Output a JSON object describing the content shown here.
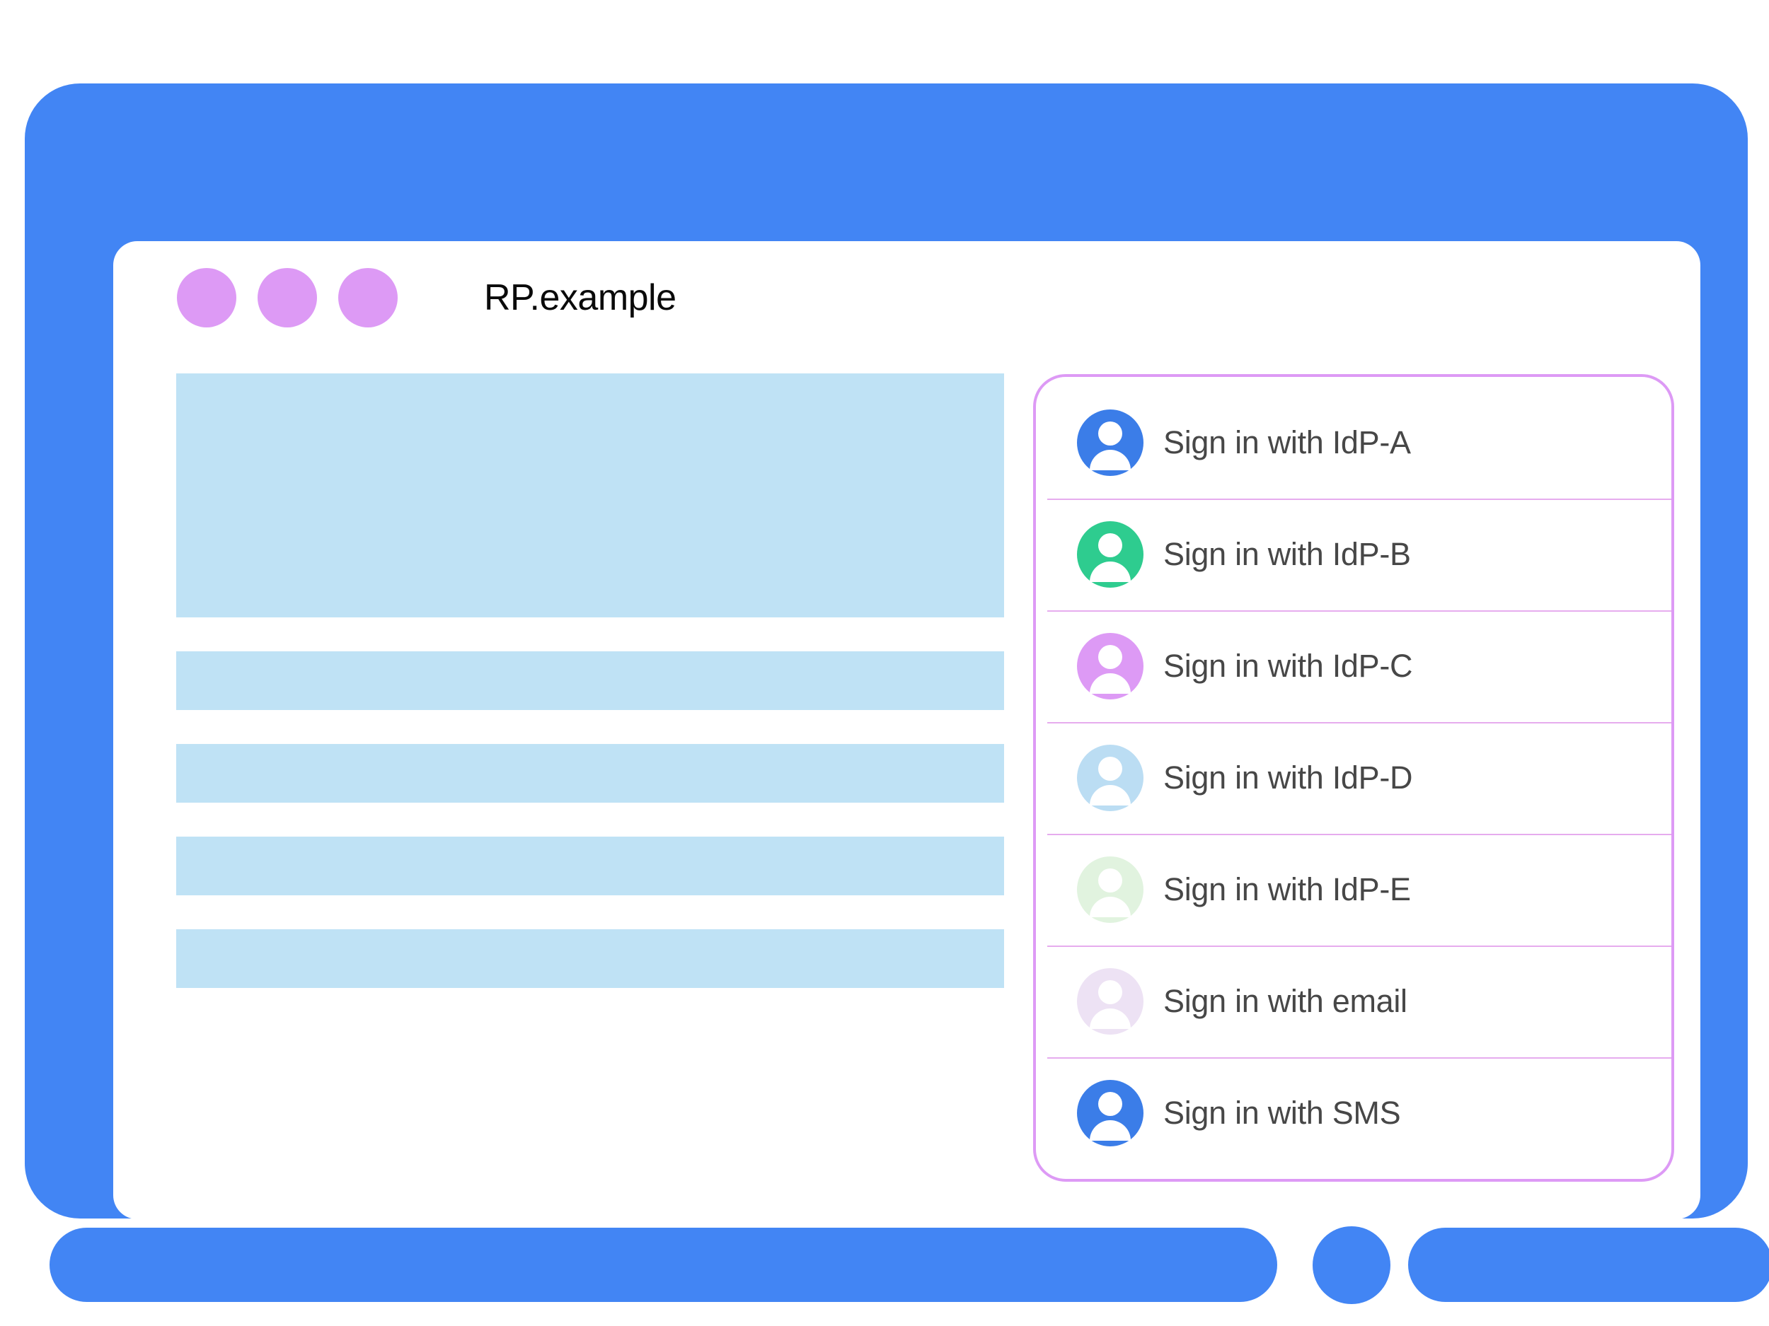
{
  "colors": {
    "device_frame": "#4285F4",
    "window_dot": "#DD9AF5",
    "skeleton_block": "#BFE2F5",
    "panel_border": "#DD9AF5",
    "panel_divider": "#E6ACEE",
    "label_text": "#474747",
    "title_text": "#0A0A0A"
  },
  "browser": {
    "title": "RP.example",
    "window_dots": [
      {
        "name": "window-dot-1",
        "color": "#DD9AF5"
      },
      {
        "name": "window-dot-2",
        "color": "#DD9AF5"
      },
      {
        "name": "window-dot-3",
        "color": "#DD9AF5"
      }
    ]
  },
  "page_content": {
    "placeholder_blocks": [
      {
        "kind": "hero",
        "color": "#BFE2F5"
      },
      {
        "kind": "text-line",
        "color": "#BFE2F5"
      },
      {
        "kind": "text-line",
        "color": "#BFE2F5"
      },
      {
        "kind": "text-line",
        "color": "#BFE2F5"
      },
      {
        "kind": "text-line",
        "color": "#BFE2F5"
      }
    ]
  },
  "account_chooser": {
    "accounts": [
      {
        "label": "Sign in with IdP-A",
        "avatar_color": "#3B7DE8",
        "icon": "account-avatar-icon"
      },
      {
        "label": "Sign in with IdP-B",
        "avatar_color": "#2ECC8F",
        "icon": "account-avatar-icon"
      },
      {
        "label": "Sign in with IdP-C",
        "avatar_color": "#DD9AF5",
        "icon": "account-avatar-icon"
      },
      {
        "label": "Sign in with IdP-D",
        "avatar_color": "#BBDDF3",
        "icon": "account-avatar-icon"
      },
      {
        "label": "Sign in with IdP-E",
        "avatar_color": "#E1F3DF",
        "icon": "account-avatar-icon"
      },
      {
        "label": "Sign in with email",
        "avatar_color": "#EDE2F4",
        "icon": "account-avatar-icon"
      },
      {
        "label": "Sign in with SMS",
        "avatar_color": "#3B7DE8",
        "icon": "account-avatar-icon"
      }
    ]
  },
  "device": {
    "home_button": "home-button",
    "bezel_left": "bezel-bar-left",
    "bezel_right": "bezel-bar-right"
  }
}
